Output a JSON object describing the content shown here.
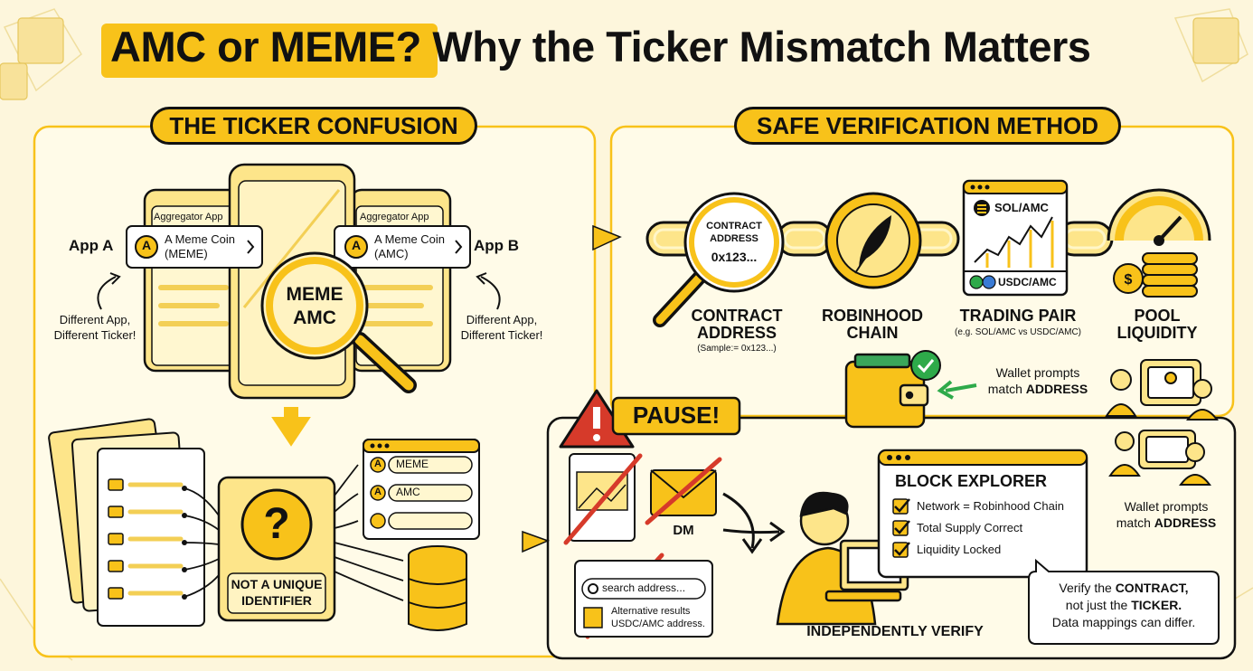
{
  "title": {
    "highlight": "AMC or MEME?",
    "rest": " Why the Ticker Mismatch Matters"
  },
  "left_panel": {
    "header": "THE TICKER CONFUSION",
    "app_a": {
      "label": "App A",
      "card_title": "Aggregator App",
      "token_name": "A Meme Coin",
      "token_ticker": "(MEME)",
      "note_line1": "Different App,",
      "note_line2": "Different Ticker!"
    },
    "app_b": {
      "label": "App B",
      "card_title": "Aggregator App",
      "token_name": "A Meme Coin",
      "token_ticker": "(AMC)",
      "note_line1": "Different App,",
      "note_line2": "Different Ticker!"
    },
    "magnifier_line1": "MEME",
    "magnifier_line2": "AMC",
    "identifier_line1": "NOT A UNIQUE",
    "identifier_line2": "IDENTIFIER",
    "results": [
      "MEME",
      "AMC"
    ]
  },
  "right_panel": {
    "header": "SAFE VERIFICATION METHOD",
    "chain": {
      "contract_lens_line1": "CONTRACT",
      "contract_lens_line2": "ADDRESS",
      "contract_lens_value": "0x123...",
      "pair_top": "SOL/AMC",
      "pair_bottom": "USDC/AMC"
    },
    "steps": [
      {
        "line1": "CONTRACT",
        "line2": "ADDRESS",
        "sub": "(Sample:= 0x123...)"
      },
      {
        "line1": "ROBINHOOD",
        "line2": "CHAIN",
        "sub": ""
      },
      {
        "line1": "TRADING PAIR",
        "line2": "",
        "sub": "(e.g. SOL/AMC vs USDC/AMC)"
      },
      {
        "line1": "POOL",
        "line2": "LIQUIDITY",
        "sub": ""
      }
    ],
    "wallet_note": {
      "line1": "Wallet prompts",
      "line2_pre": "match ",
      "line2_bold": "ADDRESS"
    },
    "wallet_note_2": {
      "line1": "Wallet prompts",
      "line2_pre": "match ",
      "line2_bold": "ADDRESS"
    }
  },
  "pause_panel": {
    "header": "PAUSE!",
    "dm_label": "DM",
    "search_placeholder": "search address...",
    "search_result_line1": "Alternative results",
    "search_result_line2": "USDC/AMC address.",
    "explorer": {
      "title": "BLOCK EXPLORER",
      "checks": [
        "Network = Robinhood Chain",
        "Total Supply Correct",
        "Liquidity Locked"
      ]
    },
    "verify_note": {
      "line1_pre": "Verify the ",
      "line1_bold": "CONTRACT,",
      "line2_pre": "not just the ",
      "line2_bold": "TICKER.",
      "line3": "Data mappings can differ."
    },
    "footer": "INDEPENDENTLY VERIFY"
  },
  "colors": {
    "accent": "#f8c21a",
    "accent_light": "#fde58a",
    "background": "#fdf6dc",
    "ink": "#111111",
    "alert": "#d63a2a",
    "ok": "#2eaa4a"
  }
}
